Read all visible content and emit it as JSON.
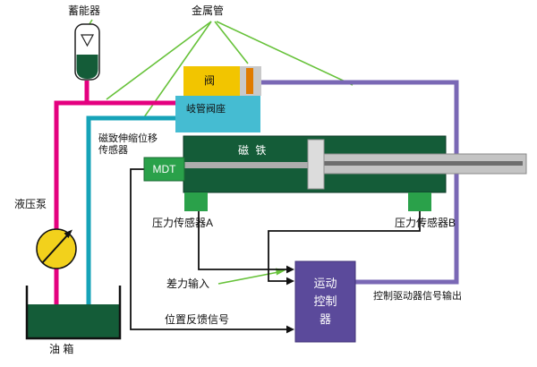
{
  "diagram": {
    "labels": {
      "accumulator": "蓄能器",
      "metal_pipe": "金属管",
      "valve": "阀",
      "manifold_seat": "岐管阀座",
      "mdt_sensor_line1": "磁致伸缩位移",
      "mdt_sensor_line2": "传感器",
      "mdt": "MDT",
      "magnet": "磁 铁",
      "hydraulic_pump": "液压泵",
      "pressure_sensor_a": "压力传感器A",
      "pressure_sensor_b": "压力传感器B",
      "diff_force_input": "差力输入",
      "motion_controller": "运动控制器",
      "drive_signal_output": "控制驱动器信号输出",
      "position_feedback_signal": "位置反馈信号",
      "oil_tank": "油 箱"
    },
    "colors": {
      "pressure_line": "#e4007f",
      "return_line": "#16a3b8",
      "signal_line": "#7a68b5",
      "annotation": "#67c23a",
      "cylinder": "#145c38",
      "valve": "#f2c500",
      "valve_stripe": "#e07b00",
      "manifold": "#45bcd2",
      "controller": "#5b4a9b",
      "sensor_green": "#2aa14a",
      "pump": "#f2d11c"
    }
  }
}
